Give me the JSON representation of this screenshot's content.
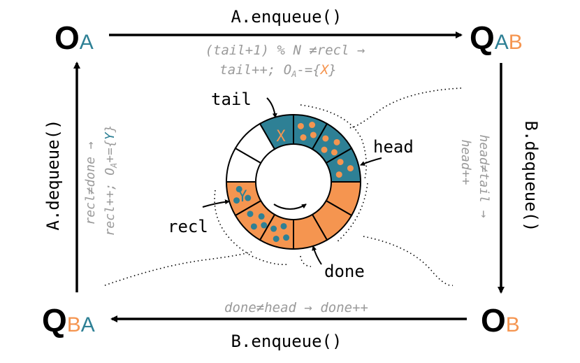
{
  "colors": {
    "teal": "#2e8095",
    "orange": "#f59550",
    "gray": "#9a9a9a",
    "black": "#000000"
  },
  "corners": {
    "top_left": {
      "main": "O",
      "sub": [
        "A"
      ]
    },
    "top_right": {
      "main": "Q",
      "sub": [
        "A",
        "B"
      ]
    },
    "bottom_left": {
      "main": "Q",
      "sub": [
        "B",
        "A"
      ]
    },
    "bottom_right": {
      "main": "O",
      "sub": [
        "B"
      ]
    }
  },
  "arrows": {
    "top": {
      "label": "A.enqueue()"
    },
    "right": {
      "label": "B.dequeue()"
    },
    "bottom": {
      "label": "B.enqueue()"
    },
    "left": {
      "label": "A.dequeue()"
    }
  },
  "conditions": {
    "top_line1": "(tail+1) % N ≠recl →",
    "top_line2_prefix": "tail++; O",
    "top_line2_sub": "A",
    "top_line2_mid": "-={",
    "top_line2_var": "X",
    "top_line2_end": "}",
    "right_line1": "head≠tail →",
    "right_line2": "head++",
    "bottom_line": "done≠head → done++",
    "left_line1": "recl≠done →",
    "left_line2_prefix": "recl++; O",
    "left_line2_sub": "A",
    "left_line2_mid": "+={",
    "left_line2_var": "Y",
    "left_line2_end": "}"
  },
  "pointers": {
    "tail": "tail",
    "head": "head",
    "recl": "recl",
    "done": "done"
  },
  "ring": {
    "segments": 12,
    "segment_colors": [
      "teal",
      "teal",
      "teal",
      "orange",
      "orange",
      "orange",
      "orange",
      "orange",
      "orange",
      "white",
      "white",
      "teal"
    ],
    "labels": {
      "X": "X",
      "Y": "Y"
    }
  }
}
